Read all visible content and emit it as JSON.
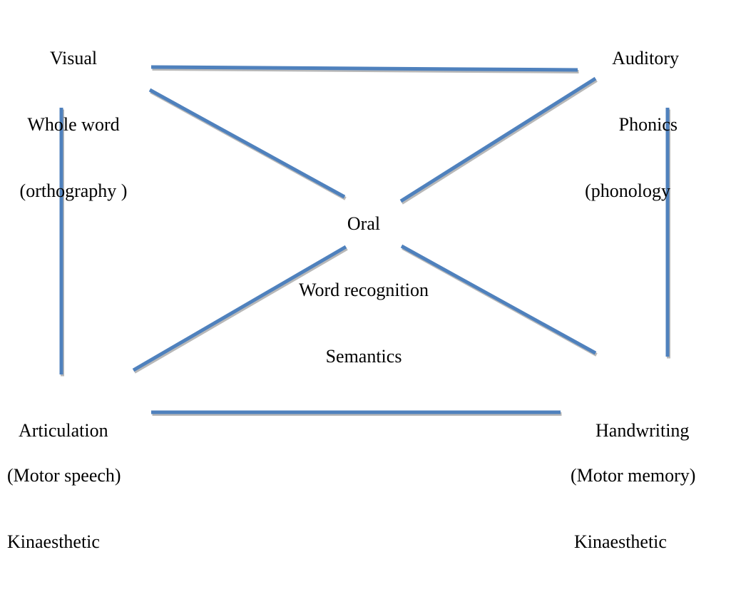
{
  "diagram": {
    "title": "",
    "line_color": "#4f81bd",
    "shadow_color": "#b8b8b8",
    "nodes": {
      "visual": {
        "lines": [
          "Visual",
          "Whole word",
          "(orthography )"
        ]
      },
      "auditory": {
        "lines": [
          "Auditory",
          "Phonics",
          "(phonology"
        ]
      },
      "oral": {
        "lines": [
          "Oral",
          "Word recognition",
          "Semantics"
        ]
      },
      "articulation": {
        "lines": [
          "Articulation"
        ]
      },
      "articulation_sub": {
        "lines": [
          "(Motor speech)",
          "Kinaesthetic"
        ]
      },
      "handwriting": {
        "lines": [
          "Handwriting"
        ]
      },
      "handwriting_sub": {
        "lines": [
          "(Motor memory)",
          "Kinaesthetic"
        ]
      }
    },
    "edges": [
      {
        "from": "visual",
        "to": "auditory"
      },
      {
        "from": "visual",
        "to": "oral"
      },
      {
        "from": "auditory",
        "to": "oral"
      },
      {
        "from": "visual",
        "to": "articulation"
      },
      {
        "from": "auditory",
        "to": "handwriting"
      },
      {
        "from": "oral",
        "to": "articulation"
      },
      {
        "from": "oral",
        "to": "handwriting"
      },
      {
        "from": "articulation",
        "to": "handwriting"
      }
    ]
  }
}
